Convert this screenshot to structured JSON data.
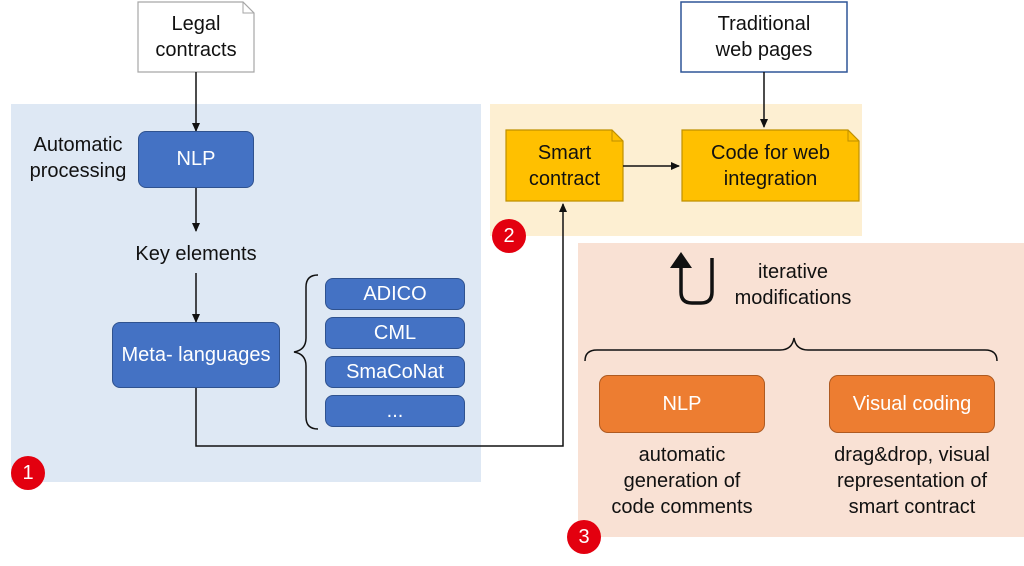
{
  "colors": {
    "panel1": "#dee8f4",
    "panel2": "#fdefd2",
    "panel3": "#f9e1d4",
    "blue_box": "#4472c4",
    "gold_doc": "#ffc000",
    "orange_box": "#ed7d31",
    "badge": "#e3000f",
    "web_border": "#2f5597"
  },
  "legal_contracts": "Legal\ncontracts",
  "traditional_web": "Traditional\nweb pages",
  "automatic_processing": "Automatic\nprocessing",
  "nlp_box": "NLP",
  "key_elements": "Key elements",
  "meta_languages": "Meta-\nlanguages",
  "languages": [
    "ADICO",
    "CML",
    "SmaCoNat",
    "..."
  ],
  "smart_contract": "Smart\ncontract",
  "code_web": "Code for web\nintegration",
  "iterative": "iterative\nmodifications",
  "nlp_tool": "NLP",
  "visual_coding": "Visual coding",
  "nlp_desc": "automatic\ngeneration of\ncode comments",
  "visual_desc": "drag&drop, visual\nrepresentation of\nsmart contract",
  "badges": [
    "1",
    "2",
    "3"
  ]
}
